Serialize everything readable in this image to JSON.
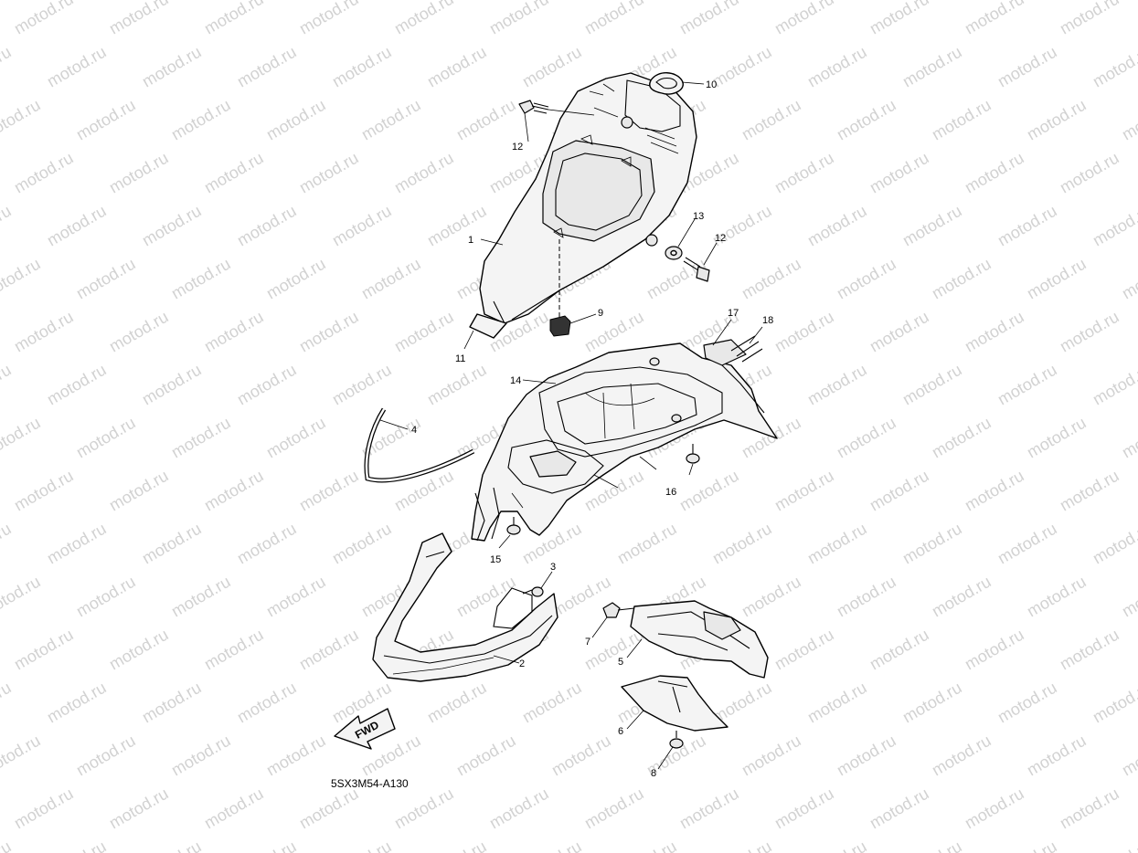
{
  "watermark": {
    "text": "motod.ru",
    "color": "#d2d2d2"
  },
  "diagram": {
    "code": "5SX3M54-A130",
    "direction_label": "FWD",
    "callouts": [
      {
        "id": "1",
        "text": "1"
      },
      {
        "id": "2",
        "text": "2"
      },
      {
        "id": "3",
        "text": "3"
      },
      {
        "id": "4",
        "text": "4"
      },
      {
        "id": "5",
        "text": "5"
      },
      {
        "id": "6",
        "text": "6"
      },
      {
        "id": "7",
        "text": "7"
      },
      {
        "id": "8",
        "text": "8"
      },
      {
        "id": "9",
        "text": "9"
      },
      {
        "id": "10",
        "text": "10"
      },
      {
        "id": "11",
        "text": "11"
      },
      {
        "id": "12a",
        "text": "12"
      },
      {
        "id": "12b",
        "text": "12"
      },
      {
        "id": "13",
        "text": "13"
      },
      {
        "id": "14",
        "text": "14"
      },
      {
        "id": "15",
        "text": "15"
      },
      {
        "id": "16",
        "text": "16"
      },
      {
        "id": "17",
        "text": "17"
      },
      {
        "id": "18",
        "text": "18"
      }
    ]
  }
}
